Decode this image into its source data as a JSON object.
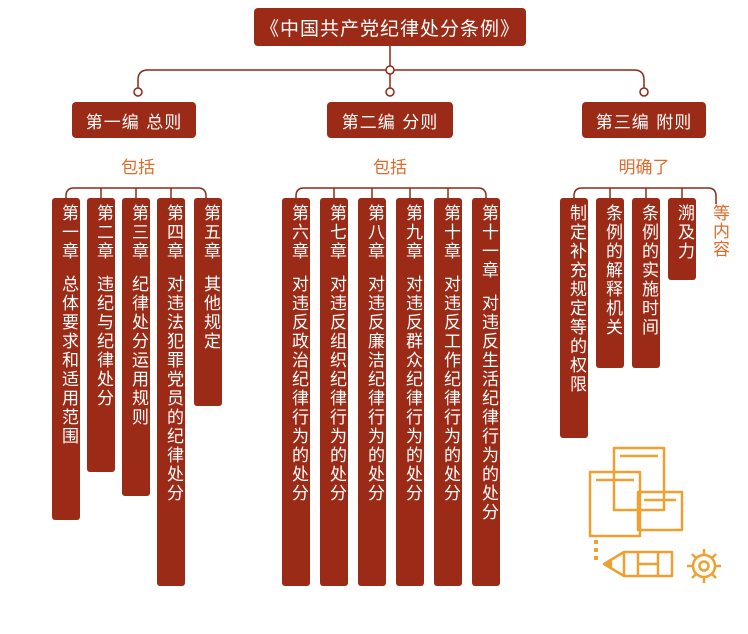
{
  "title": "《中国共产党纪律处分条例》",
  "colors": {
    "box": "#9b2a16",
    "line": "#8a2a16",
    "accent": "#e06a2a",
    "icon": "#f0a030"
  },
  "parts": [
    {
      "label": "第一编  总则",
      "relation": "包括",
      "chapters": [
        {
          "num": "第一章",
          "text": "总体要求和适用范围"
        },
        {
          "num": "第二章",
          "text": "违纪与纪律处分"
        },
        {
          "num": "第三章",
          "text": "纪律处分运用规则"
        },
        {
          "num": "第四章",
          "text": "对违法犯罪党员的纪律处分"
        },
        {
          "num": "第五章",
          "text": "其他规定"
        }
      ]
    },
    {
      "label": "第二编  分则",
      "relation": "包括",
      "chapters": [
        {
          "num": "第六章",
          "text": "对违反政治纪律行为的处分"
        },
        {
          "num": "第七章",
          "text": "对违反组织纪律行为的处分"
        },
        {
          "num": "第八章",
          "text": "对违反廉洁纪律行为的处分"
        },
        {
          "num": "第九章",
          "text": "对违反群众纪律行为的处分"
        },
        {
          "num": "第十章",
          "text": "对违反工作纪律行为的处分"
        },
        {
          "num": "第十一章",
          "text": "对违反生活纪律行为的处分"
        }
      ]
    },
    {
      "label": "第三编  附则",
      "relation": "明确了",
      "items": [
        {
          "text": "制定补充规定等的权限"
        },
        {
          "text": "条例的解释机关"
        },
        {
          "text": "条例的实施时间"
        },
        {
          "text": "溯及力"
        }
      ],
      "tail": "等内容"
    }
  ],
  "icons": [
    "documents-icon",
    "pencil-icon",
    "gear-icon"
  ]
}
